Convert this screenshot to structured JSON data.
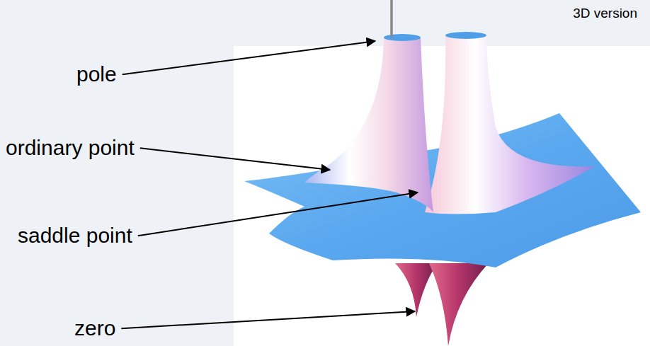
{
  "diagram": {
    "labels": [
      "3D version",
      "pole",
      "ordinary point",
      "saddle point",
      "zero"
    ]
  }
}
